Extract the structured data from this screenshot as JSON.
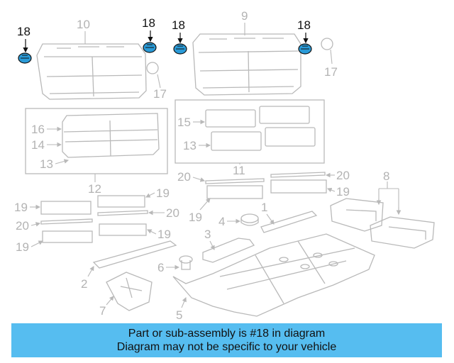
{
  "callouts": {
    "n1": "1",
    "n2": "2",
    "n3": "3",
    "n4": "4",
    "n5": "5",
    "n6": "6",
    "n7": "7",
    "n8": "8",
    "n9": "9",
    "n10": "10",
    "n11": "11",
    "n12": "12",
    "n13": "13",
    "n14": "14",
    "n15": "15",
    "n16": "16",
    "n17": "17",
    "n18": "18",
    "n19": "19",
    "n20": "20"
  },
  "highlight_part": "18",
  "colors": {
    "banner": "#56bdf0",
    "highlight": "#2a9bd8",
    "faded": "#b9b9b9"
  },
  "banner": {
    "line1": "Part or sub-assembly is #18 in diagram",
    "line2": "Diagram may not be specific to your vehicle"
  }
}
